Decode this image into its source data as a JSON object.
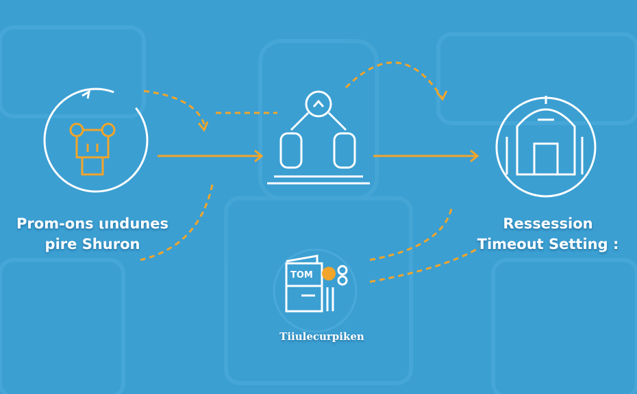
{
  "colors": {
    "background": "#3b9fd2",
    "accent": "#f2a52a",
    "line": "#ffffff"
  },
  "nodes": [
    {
      "label": "Prom-ons ιındunes\npire Shuron",
      "icon": "robot-face-icon"
    },
    {
      "label": "",
      "icon": "network-hierarchy-icon"
    },
    {
      "label": "Ressession\nTimeout Setting :",
      "icon": "building-dome-icon"
    },
    {
      "label": "Tiiulecurpiken",
      "icon": "document-scissors-icon",
      "icon_text": "TOM"
    }
  ]
}
